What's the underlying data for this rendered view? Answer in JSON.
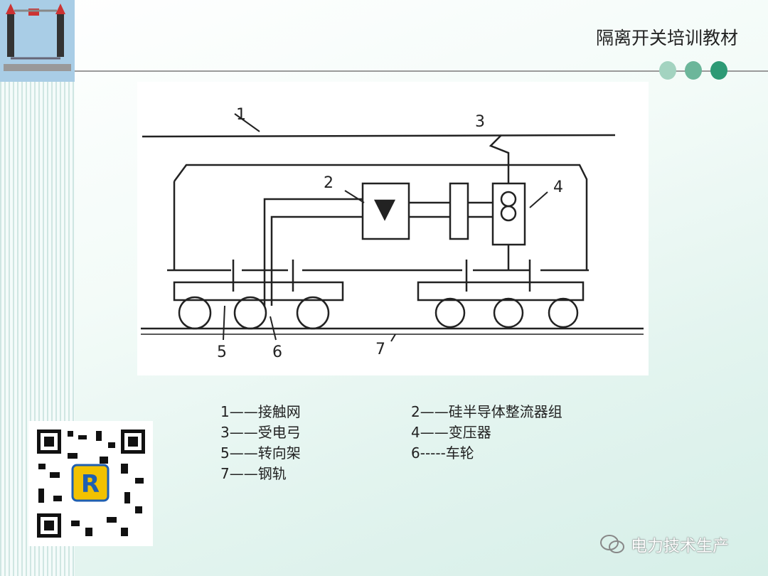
{
  "header": {
    "title": "隔离开关培训教材"
  },
  "colors": {
    "dot1": "#a3d3c0",
    "dot2": "#6cb69a",
    "dot3": "#2d9a75"
  },
  "diagram": {
    "labels": [
      "1",
      "2",
      "3",
      "4",
      "5",
      "6",
      "7"
    ]
  },
  "legend": [
    {
      "text": "1——接触网"
    },
    {
      "text": "2——硅半导体整流器组"
    },
    {
      "text": "3——受电弓"
    },
    {
      "text": "4——变压器"
    },
    {
      "text": "5——转向架"
    },
    {
      "text": "6-----车轮"
    },
    {
      "text": "7——钢轨"
    }
  ],
  "watermark": {
    "text": "电力技术生产",
    "icon": "wechat-icon"
  }
}
